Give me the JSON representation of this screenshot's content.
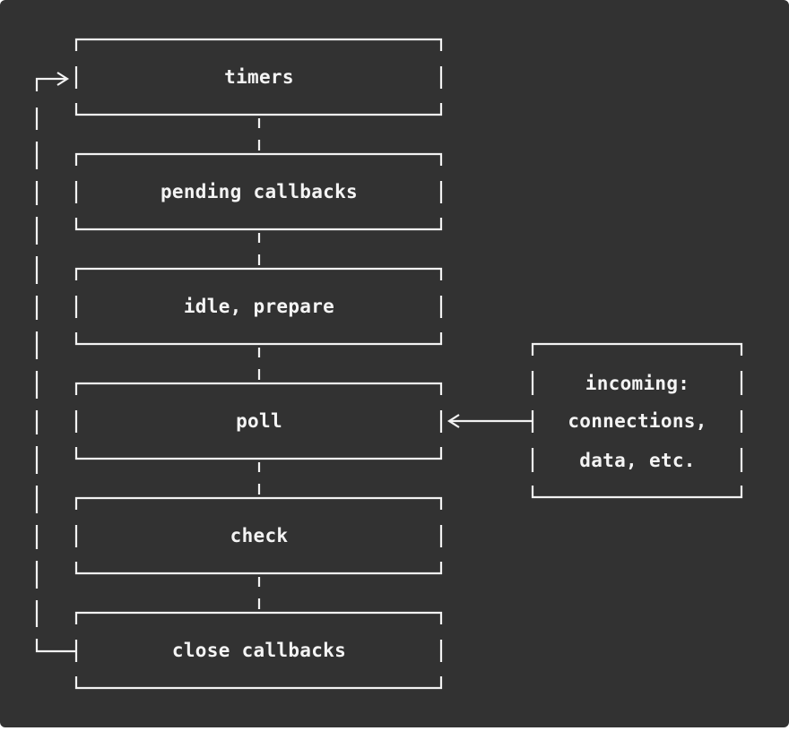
{
  "phases": [
    {
      "label": "timers"
    },
    {
      "label": "pending callbacks"
    },
    {
      "label": "idle, prepare"
    },
    {
      "label": "poll"
    },
    {
      "label": "check"
    },
    {
      "label": "close callbacks"
    }
  ],
  "incoming": {
    "lines": [
      "incoming:",
      "connections,",
      "data, etc."
    ]
  },
  "colors": {
    "background": "#323232",
    "stroke": "#f2f2f2",
    "text": "#f4f4f4"
  }
}
